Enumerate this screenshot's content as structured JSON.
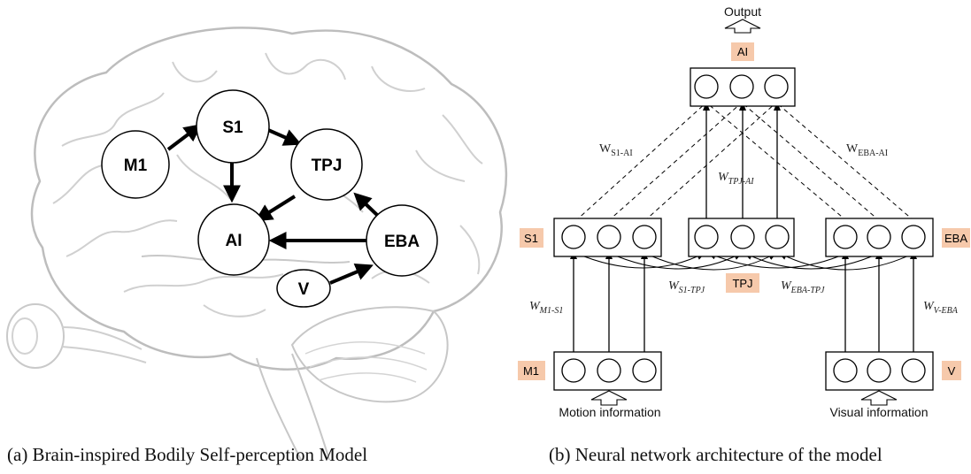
{
  "left_panel": {
    "caption": "(a) Brain-inspired Bodily Self-perception Model",
    "nodes": {
      "m1": "M1",
      "s1": "S1",
      "tpj": "TPJ",
      "ai": "AI",
      "eba": "EBA",
      "v": "V"
    }
  },
  "right_panel": {
    "caption": "(b) Neural network architecture of the model",
    "output_label": "Output",
    "tags": {
      "ai": "AI",
      "s1": "S1",
      "eba": "EBA",
      "tpj": "TPJ",
      "m1": "M1",
      "v": "V"
    },
    "inputs": {
      "motion": "Motion information",
      "visual": "Visual information"
    },
    "weights": {
      "s1_ai": {
        "main": "W",
        "sub": "S1-AI"
      },
      "tpj_ai": {
        "main": "W",
        "sub": "TPJ-AI"
      },
      "eba_ai": {
        "main": "W",
        "sub": "EBA-AI"
      },
      "s1_tpj": {
        "main": "W",
        "sub": "S1-TPJ"
      },
      "eba_tpj": {
        "main": "W",
        "sub": "EBA-TPJ"
      },
      "m1_s1": {
        "main": "W",
        "sub": "M1-S1"
      },
      "v_eba": {
        "main": "W",
        "sub": "V-EBA"
      }
    }
  }
}
